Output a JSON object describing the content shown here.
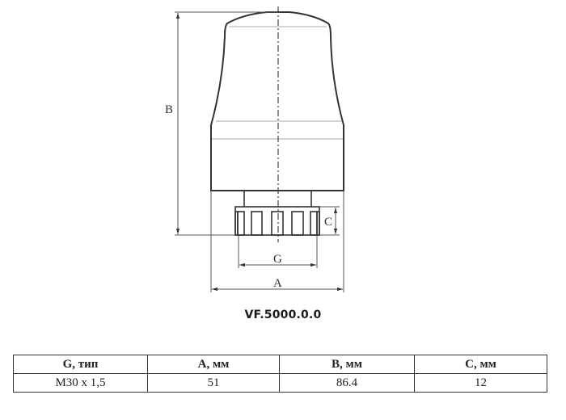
{
  "drawing": {
    "dimension_labels": {
      "B": "B",
      "C": "C",
      "G": "G",
      "A": "A"
    },
    "colors": {
      "outline": "#333333",
      "thin_line": "#555555",
      "hidden_line": "#bbbbbb"
    }
  },
  "model_code": "VF.5000.0.0",
  "spec_table": {
    "headers": [
      "G, тип",
      "A, мм",
      "B, мм",
      "C, мм"
    ],
    "rows": [
      [
        "M30 x 1,5",
        "51",
        "86.4",
        "12"
      ]
    ]
  }
}
